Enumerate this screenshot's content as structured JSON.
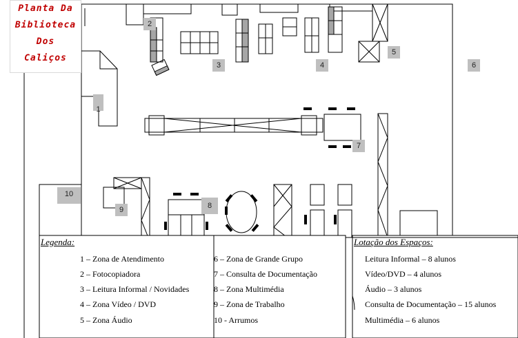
{
  "title": {
    "lines": [
      "Planta Da",
      "Biblioteca",
      "Dos",
      "Caliços"
    ]
  },
  "zones": [
    "1",
    "2",
    "3",
    "4",
    "5",
    "6",
    "7",
    "8",
    "9",
    "10"
  ],
  "legend": {
    "heading": "Legenda:",
    "col1": [
      "1 – Zona de Atendimento",
      "2 – Fotocopiadora",
      "3 – Leitura Informal / Novidades",
      "4 – Zona Vídeo / DVD",
      "5 – Zona Áudio"
    ],
    "col2": [
      "6 – Zona de Grande Grupo",
      "7 – Consulta de Documentação",
      "8 – Zona Multimédia",
      "9 – Zona de Trabalho",
      "10 - Arrumos"
    ]
  },
  "lotacao": {
    "heading": "Lotação dos Espaços:",
    "items": [
      "Leitura Informal – 8 alunos",
      "Vídeo/DVD – 4 alunos",
      "Áudio – 3 alunos",
      "Consulta de Documentação – 15 alunos",
      "Multimédia – 6 alunos"
    ]
  },
  "colors": {
    "title": "#c00000",
    "label_bg": "#bfbfbf",
    "shelf_fill": "#a6a6a6"
  }
}
